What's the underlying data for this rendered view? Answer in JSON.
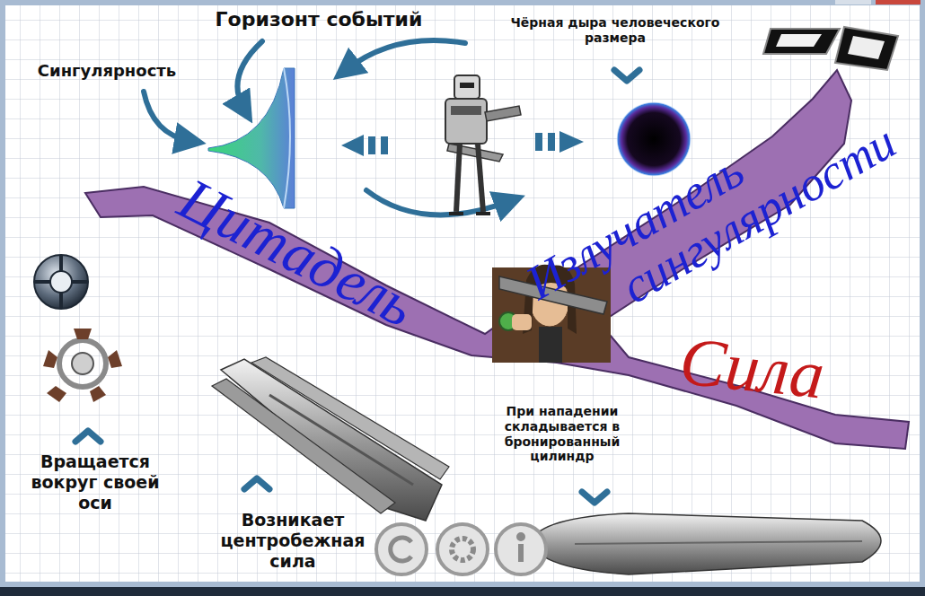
{
  "diagram": {
    "labels": [
      "Горизонт событий",
      "Чёрная дыра человеческого размера",
      "Сингулярность",
      "Цитадель",
      "Излучатель сингулярности",
      "Сила",
      "При нападении складывается в бронированный цилиндр",
      "Вращается вокруг своей оси",
      "Возникает центробежная сила"
    ]
  }
}
